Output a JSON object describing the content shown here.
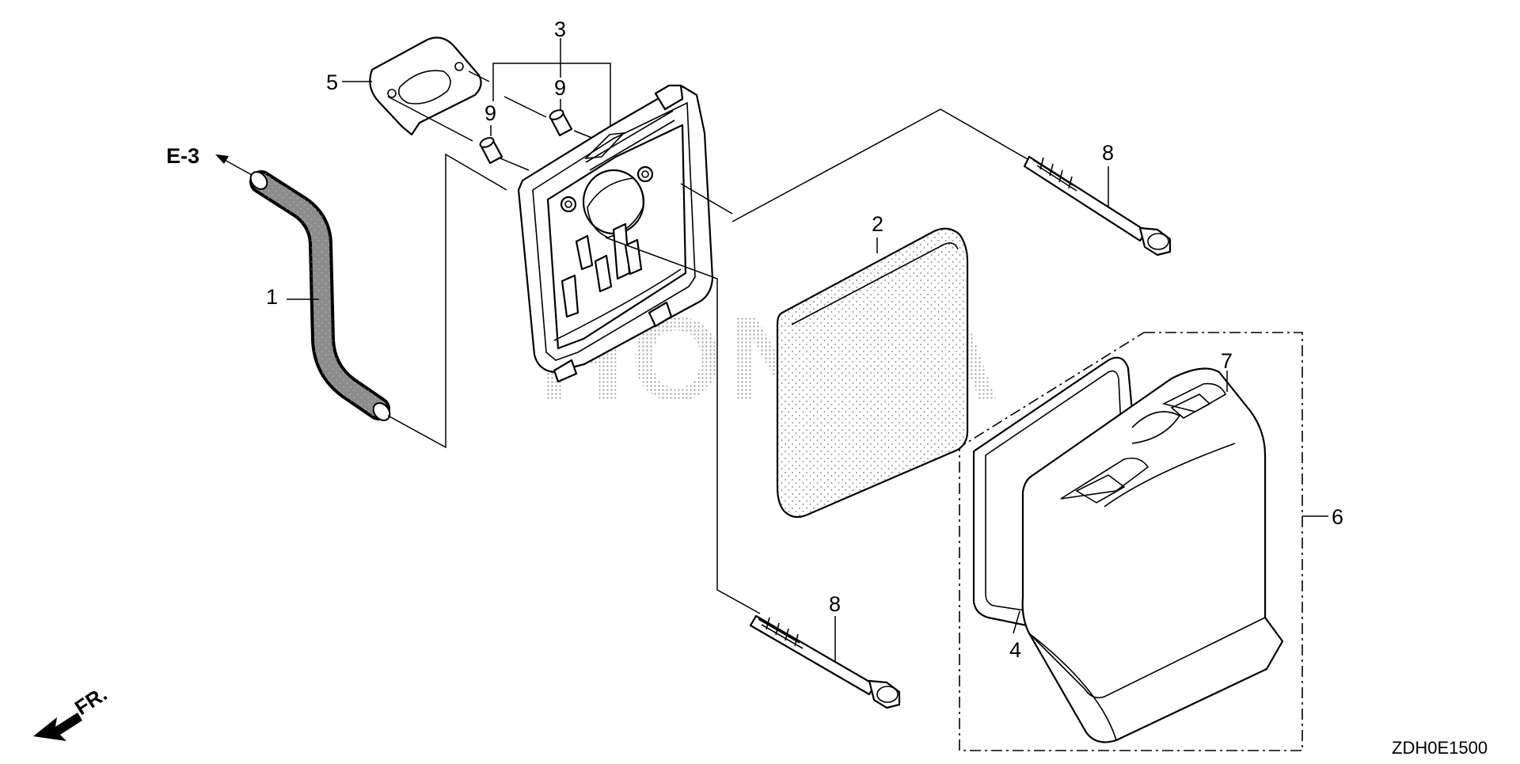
{
  "diagram": {
    "watermark": "HONDA",
    "diagram_code": "ZDH0E1500",
    "reference": "E-3",
    "front_marker": "FR.",
    "callouts": [
      "1",
      "2",
      "3",
      "4",
      "5",
      "6",
      "7",
      "8",
      "8",
      "9",
      "9"
    ],
    "parts": [
      {
        "id": "1",
        "icon": "breather-tube"
      },
      {
        "id": "2",
        "icon": "foam-air-filter-element"
      },
      {
        "id": "3",
        "icon": "air-cleaner-case"
      },
      {
        "id": "4",
        "icon": "cover-gasket"
      },
      {
        "id": "5",
        "icon": "case-gasket"
      },
      {
        "id": "6",
        "icon": "air-cleaner-cover-assembly"
      },
      {
        "id": "7",
        "icon": "air-cleaner-cover"
      },
      {
        "id": "8",
        "icon": "flange-bolt"
      },
      {
        "id": "9",
        "icon": "collar"
      }
    ]
  }
}
